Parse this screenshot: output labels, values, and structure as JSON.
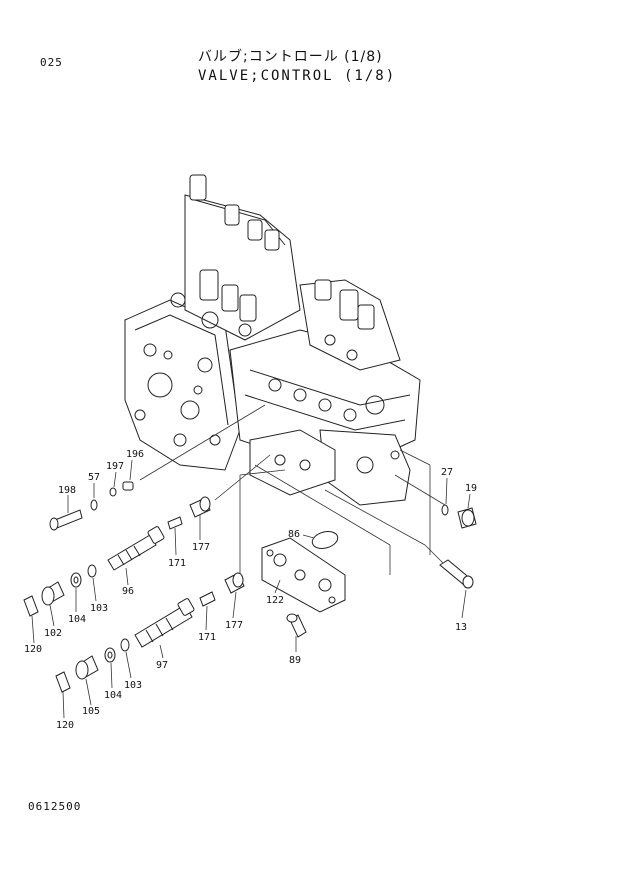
{
  "header": {
    "page_code": "025",
    "title_jp": "バルブ;コントロール (1/8)",
    "title_en": "VALVE;CONTROL (1/8)"
  },
  "footer": {
    "code": "0612500"
  },
  "callouts": {
    "p198": "198",
    "p57": "57",
    "p197": "197",
    "p196": "196",
    "p27": "27",
    "p19": "19",
    "p86": "86",
    "p177a": "177",
    "p171a": "171",
    "p96": "96",
    "p120a": "120",
    "p102": "102",
    "p104a": "104",
    "p103a": "103",
    "p122": "122",
    "p89": "89",
    "p13": "13",
    "p177b": "177",
    "p171b": "171",
    "p97": "97",
    "p103b": "103",
    "p104b": "104",
    "p105": "105",
    "p120b": "120"
  }
}
